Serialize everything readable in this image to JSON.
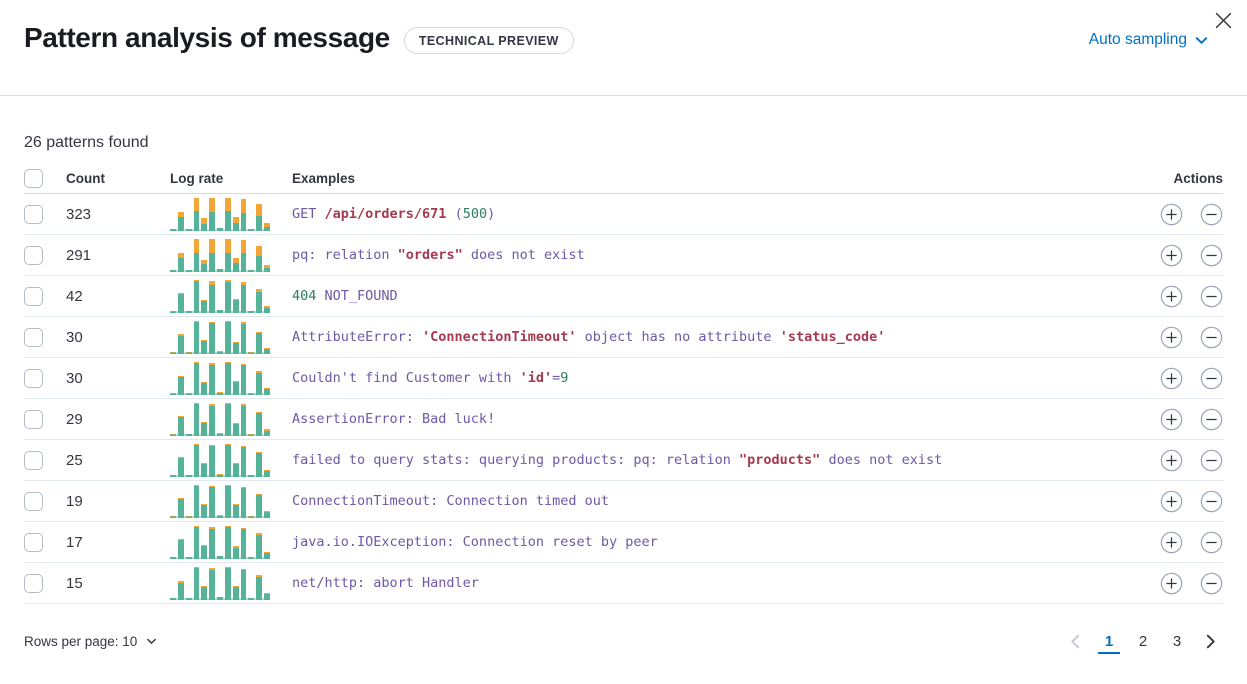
{
  "header": {
    "title": "Pattern analysis of message",
    "badge": "TECHNICAL PREVIEW",
    "sampling": "Auto sampling"
  },
  "summary": "26 patterns found",
  "table": {
    "columns": {
      "count": "Count",
      "log_rate": "Log rate",
      "examples": "Examples",
      "actions": "Actions"
    },
    "rows": [
      {
        "count": "323",
        "tokens": [
          [
            "GET ",
            "purple"
          ],
          [
            "/api/orders/671",
            "red"
          ],
          [
            " (",
            "purple"
          ],
          [
            "500",
            "green"
          ],
          [
            ")",
            "purple"
          ]
        ],
        "bars": [
          [
            0.06,
            0
          ],
          [
            0.55,
            0.25
          ],
          [
            0.06,
            0
          ],
          [
            1.0,
            0.42
          ],
          [
            0.38,
            0.45
          ],
          [
            1.0,
            0.45
          ],
          [
            0.07,
            0
          ],
          [
            1.0,
            0.42
          ],
          [
            0.4,
            0.4
          ],
          [
            0.95,
            0.45
          ],
          [
            0.06,
            0
          ],
          [
            0.8,
            0.45
          ],
          [
            0.22,
            0.5
          ]
        ]
      },
      {
        "count": "291",
        "tokens": [
          [
            "pq: relation ",
            "purple"
          ],
          [
            "\"orders\"",
            "red"
          ],
          [
            " does not exist",
            "purple"
          ]
        ],
        "bars": [
          [
            0.06,
            0
          ],
          [
            0.55,
            0.28
          ],
          [
            0.06,
            0
          ],
          [
            1.0,
            0.45
          ],
          [
            0.36,
            0.4
          ],
          [
            0.98,
            0.42
          ],
          [
            0.07,
            0
          ],
          [
            1.0,
            0.45
          ],
          [
            0.4,
            0.35
          ],
          [
            0.95,
            0.42
          ],
          [
            0.06,
            0
          ],
          [
            0.78,
            0.4
          ],
          [
            0.2,
            0.45
          ]
        ]
      },
      {
        "count": "42",
        "tokens": [
          [
            "404",
            "green"
          ],
          [
            " NOT_FOUND",
            "purple"
          ]
        ],
        "bars": [
          [
            0.06,
            0.3
          ],
          [
            0.6,
            0.08
          ],
          [
            0.06,
            0
          ],
          [
            1.0,
            0.04
          ],
          [
            0.38,
            0.1
          ],
          [
            0.95,
            0.12
          ],
          [
            0.07,
            0
          ],
          [
            1.0,
            0.07
          ],
          [
            0.42,
            0.1
          ],
          [
            0.92,
            0.08
          ],
          [
            0.06,
            0
          ],
          [
            0.72,
            0.12
          ],
          [
            0.2,
            0.35
          ]
        ]
      },
      {
        "count": "30",
        "tokens": [
          [
            "AttributeError: ",
            "purple"
          ],
          [
            "'ConnectionTimeout'",
            "red"
          ],
          [
            " object has no attribute ",
            "purple"
          ],
          [
            "'status_code'",
            "red"
          ]
        ],
        "bars": [
          [
            0.06,
            0.4
          ],
          [
            0.58,
            0.06
          ],
          [
            0.06,
            0.4
          ],
          [
            1.0,
            0.05
          ],
          [
            0.4,
            0.08
          ],
          [
            0.96,
            0.05
          ],
          [
            0.07,
            0.4
          ],
          [
            1.0,
            0.05
          ],
          [
            0.36,
            0.08
          ],
          [
            0.94,
            0.05
          ],
          [
            0.06,
            0.4
          ],
          [
            0.66,
            0.06
          ],
          [
            0.18,
            0.15
          ]
        ]
      },
      {
        "count": "30",
        "tokens": [
          [
            "Couldn't find Customer with ",
            "purple"
          ],
          [
            "'id'",
            "red"
          ],
          [
            "=",
            "purple"
          ],
          [
            "9",
            "green"
          ]
        ],
        "bars": [
          [
            0.06,
            0.3
          ],
          [
            0.56,
            0.05
          ],
          [
            0.06,
            0.3
          ],
          [
            1.0,
            0.05
          ],
          [
            0.38,
            0.06
          ],
          [
            0.95,
            0.06
          ],
          [
            0.07,
            0.3
          ],
          [
            1.0,
            0.05
          ],
          [
            0.4,
            0.06
          ],
          [
            0.93,
            0.05
          ],
          [
            0.06,
            0.3
          ],
          [
            0.7,
            0.06
          ],
          [
            0.2,
            0.2
          ]
        ]
      },
      {
        "count": "29",
        "tokens": [
          [
            "AssertionError: Bad luck!",
            "purple"
          ]
        ],
        "bars": [
          [
            0.06,
            0.3
          ],
          [
            0.6,
            0.08
          ],
          [
            0.06,
            0
          ],
          [
            1.0,
            0.05
          ],
          [
            0.4,
            0.06
          ],
          [
            0.96,
            0.06
          ],
          [
            0.07,
            0.3
          ],
          [
            1.0,
            0.06
          ],
          [
            0.38,
            0.05
          ],
          [
            0.94,
            0.05
          ],
          [
            0.06,
            0.3
          ],
          [
            0.72,
            0.05
          ],
          [
            0.2,
            0.3
          ]
        ]
      },
      {
        "count": "25",
        "tokens": [
          [
            "failed to query stats: querying products: pq: relation ",
            "purple"
          ],
          [
            "\"products\"",
            "red"
          ],
          [
            " does not exist",
            "purple"
          ]
        ],
        "bars": [
          [
            0.06,
            0
          ],
          [
            0.58,
            0.04
          ],
          [
            0.06,
            0
          ],
          [
            1.0,
            0.05
          ],
          [
            0.4,
            0.04
          ],
          [
            0.97,
            0.05
          ],
          [
            0.07,
            0.3
          ],
          [
            1.0,
            0.05
          ],
          [
            0.4,
            0.04
          ],
          [
            0.93,
            0.04
          ],
          [
            0.06,
            0
          ],
          [
            0.75,
            0.05
          ],
          [
            0.2,
            0.1
          ]
        ]
      },
      {
        "count": "19",
        "tokens": [
          [
            "ConnectionTimeout: Connection timed out",
            "purple"
          ]
        ],
        "bars": [
          [
            0.06,
            0.3
          ],
          [
            0.6,
            0.04
          ],
          [
            0.06,
            0.3
          ],
          [
            1.0,
            0.04
          ],
          [
            0.42,
            0.05
          ],
          [
            0.95,
            0.04
          ],
          [
            0.07,
            0.3
          ],
          [
            1.0,
            0.04
          ],
          [
            0.4,
            0.05
          ],
          [
            0.92,
            0.04
          ],
          [
            0.06,
            0.3
          ],
          [
            0.72,
            0.04
          ],
          [
            0.2,
            0.15
          ]
        ]
      },
      {
        "count": "17",
        "tokens": [
          [
            "java.io.IOException: Connection reset by peer",
            "purple"
          ]
        ],
        "bars": [
          [
            0.06,
            0
          ],
          [
            0.58,
            0.05
          ],
          [
            0.06,
            0
          ],
          [
            1.0,
            0.06
          ],
          [
            0.4,
            0.05
          ],
          [
            0.96,
            0.06
          ],
          [
            0.07,
            0
          ],
          [
            1.0,
            0.05
          ],
          [
            0.38,
            0.15
          ],
          [
            0.93,
            0.05
          ],
          [
            0.06,
            0.3
          ],
          [
            0.76,
            0.05
          ],
          [
            0.2,
            0.1
          ]
        ]
      },
      {
        "count": "15",
        "tokens": [
          [
            "net/http: abort Handler",
            "purple"
          ]
        ],
        "bars": [
          [
            0.06,
            0
          ],
          [
            0.56,
            0.1
          ],
          [
            0.06,
            0
          ],
          [
            1.0,
            0.05
          ],
          [
            0.4,
            0.04
          ],
          [
            0.96,
            0.06
          ],
          [
            0.07,
            0
          ],
          [
            1.0,
            0.05
          ],
          [
            0.4,
            0.04
          ],
          [
            0.92,
            0.04
          ],
          [
            0.06,
            0
          ],
          [
            0.74,
            0.06
          ],
          [
            0.2,
            0.1
          ]
        ]
      }
    ]
  },
  "footer": {
    "rows_per_page": "Rows per page: 10",
    "pages": [
      "1",
      "2",
      "3"
    ],
    "active_page": "1"
  },
  "colors": {
    "accent_blue": "#0071c2",
    "bar_teal": "#54b399",
    "bar_orange": "#f3a536",
    "token_purple": "#6e58a7",
    "token_red": "#a5394f",
    "token_green": "#2b7c61"
  }
}
